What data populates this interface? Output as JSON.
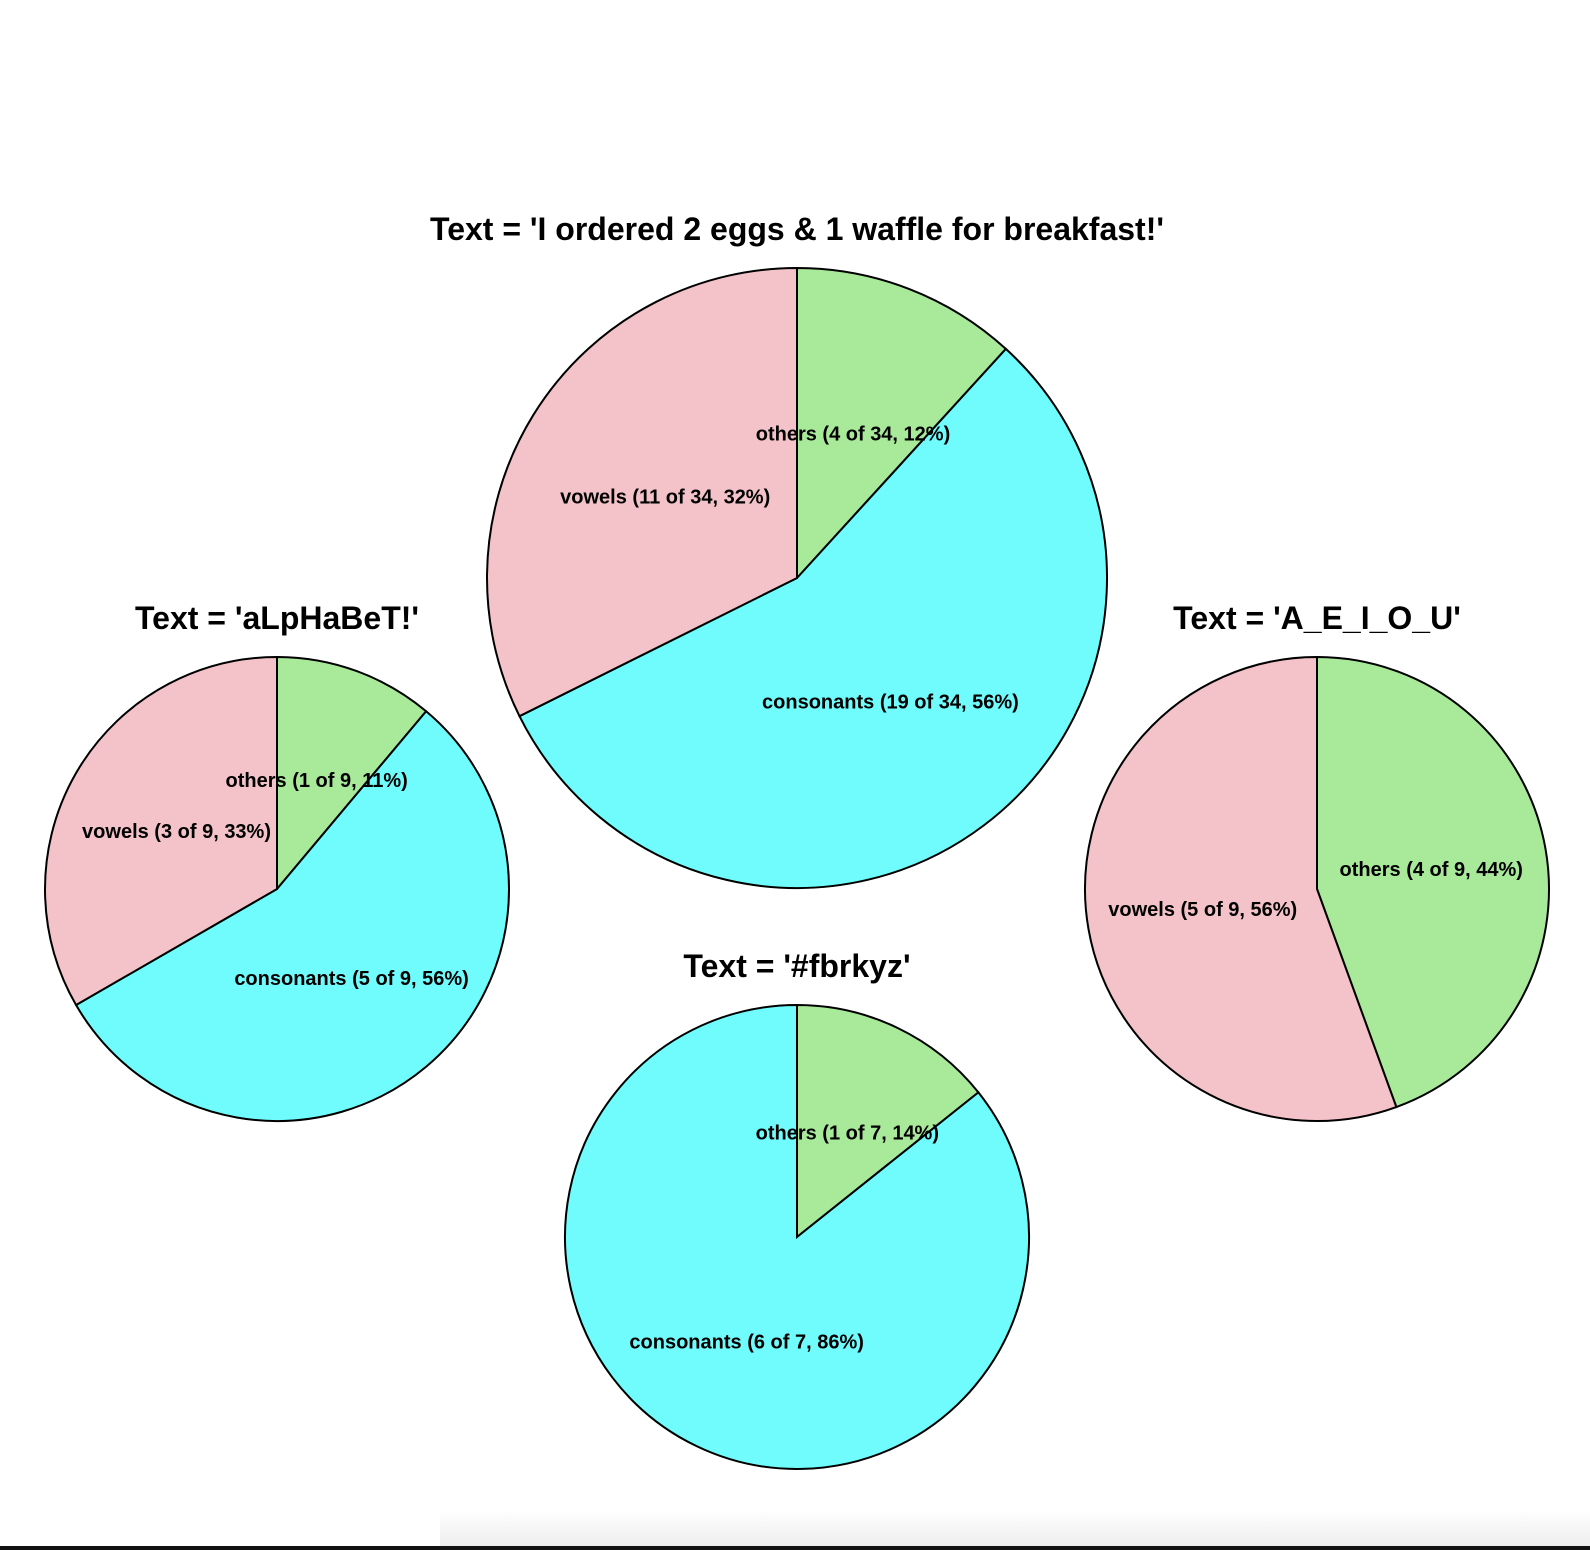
{
  "colors": {
    "vowels": "#f4c2c9",
    "consonants": "#70fcfc",
    "others": "#a8e99a",
    "stroke": "#000000"
  },
  "chart_data": [
    {
      "type": "pie",
      "title": "Text = 'I ordered 2 eggs & 1 waffle for breakfast!'",
      "slices": [
        {
          "key": "others",
          "value": 4,
          "label": "others (4 of 34, 12%)"
        },
        {
          "key": "consonants",
          "value": 19,
          "label": "consonants (19 of 34, 56%)"
        },
        {
          "key": "vowels",
          "value": 11,
          "label": "vowels (11 of 34, 32%)"
        }
      ]
    },
    {
      "type": "pie",
      "title": "Text = 'aLpHaBeT!'",
      "slices": [
        {
          "key": "others",
          "value": 1,
          "label": "others (1 of 9, 11%)"
        },
        {
          "key": "consonants",
          "value": 5,
          "label": "consonants (5 of 9, 56%)"
        },
        {
          "key": "vowels",
          "value": 3,
          "label": "vowels (3 of 9, 33%)"
        }
      ]
    },
    {
      "type": "pie",
      "title": "Text = 'A_E_I_O_U'",
      "slices": [
        {
          "key": "others",
          "value": 4,
          "label": "others (4 of 9, 44%)"
        },
        {
          "key": "vowels",
          "value": 5,
          "label": "vowels (5 of 9, 56%)"
        }
      ]
    },
    {
      "type": "pie",
      "title": "Text = '#fbrkyz'",
      "slices": [
        {
          "key": "others",
          "value": 1,
          "label": "others (1 of 7, 14%)"
        },
        {
          "key": "consonants",
          "value": 6,
          "label": "consonants (6 of 7, 86%)"
        }
      ]
    }
  ]
}
